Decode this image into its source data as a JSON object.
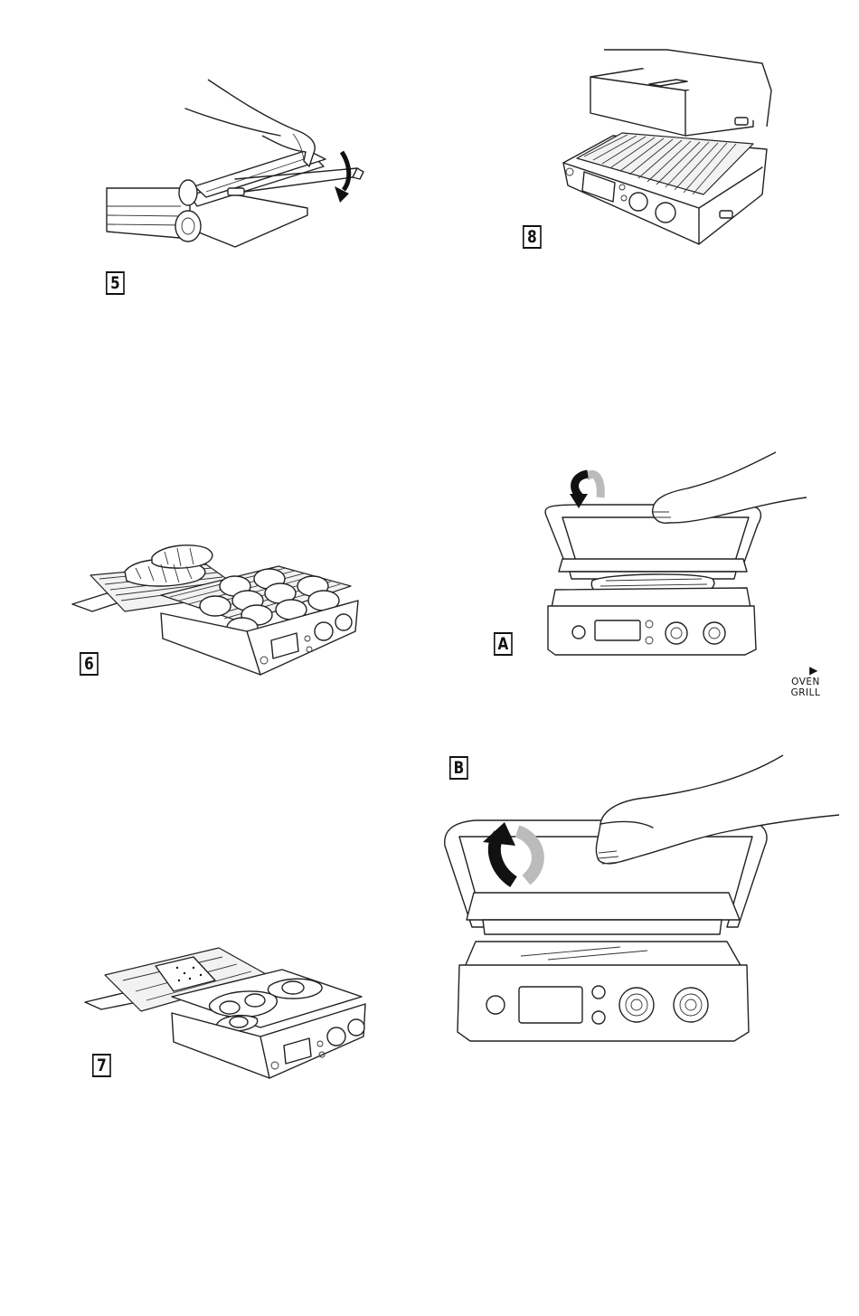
{
  "figures": [
    {
      "label": "5",
      "subject": "hand lowering hinged drip tray on open grill",
      "arrow": "curved-down"
    },
    {
      "label": "8",
      "subject": "grill with top plate raised above ribbed bottom plate"
    },
    {
      "label": "6",
      "subject": "grill open flat with steaks and round patties"
    },
    {
      "label": "A",
      "subject": "hand lowering lid onto panini",
      "arrow": "curved-down"
    },
    {
      "label": "7",
      "subject": "grill open flat with toast and fried eggs"
    },
    {
      "label": "B",
      "subject": "hand lifting lid into oven-grill position",
      "arrow": "curved-up"
    }
  ],
  "legend": {
    "icon": "play-triangle-icon",
    "line1": "OVEN",
    "line2": "GRILL"
  }
}
